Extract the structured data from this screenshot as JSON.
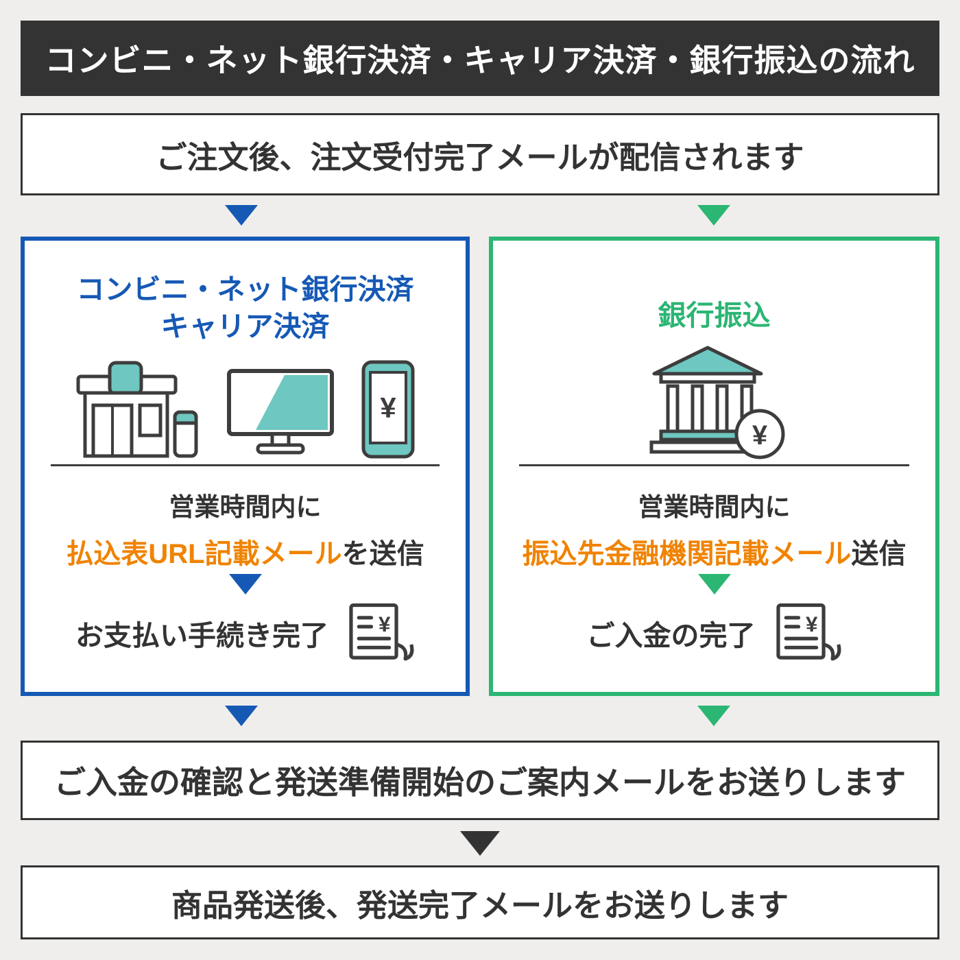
{
  "header": {
    "title": "コンビニ・ネット銀行決済・キャリア決済・銀行振込の流れ"
  },
  "steps": {
    "order_received": "ご注文後、注文受付完了メールが配信されます",
    "payment_confirmed": "ご入金の確認と発送準備開始のご案内メールをお送りします",
    "shipped": "商品発送後、発送完了メールをお送りします"
  },
  "left_branch": {
    "title_line1": "コンビニ・ネット銀行決済",
    "title_line2": "キャリア決済",
    "notice_line1": "営業時間内に",
    "notice_highlight": "払込表URL記載メール",
    "notice_suffix": "を送信",
    "done_label": "お支払い手続き完了"
  },
  "right_branch": {
    "title": "銀行振込",
    "notice_line1": "営業時間内に",
    "notice_highlight": "振込先金融機関記載メール",
    "notice_suffix": "送信",
    "done_label": "ご入金の完了"
  },
  "icons": {
    "yen": "¥",
    "store": "convenience-store-icon",
    "monitor": "computer-icon",
    "phone": "smartphone-icon",
    "bank": "bank-icon",
    "receipt": "receipt-icon"
  },
  "colors": {
    "blue": "#1659b5",
    "green": "#2bb673",
    "orange": "#f08300",
    "dark": "#333333",
    "teal": "#6ec7c0"
  }
}
